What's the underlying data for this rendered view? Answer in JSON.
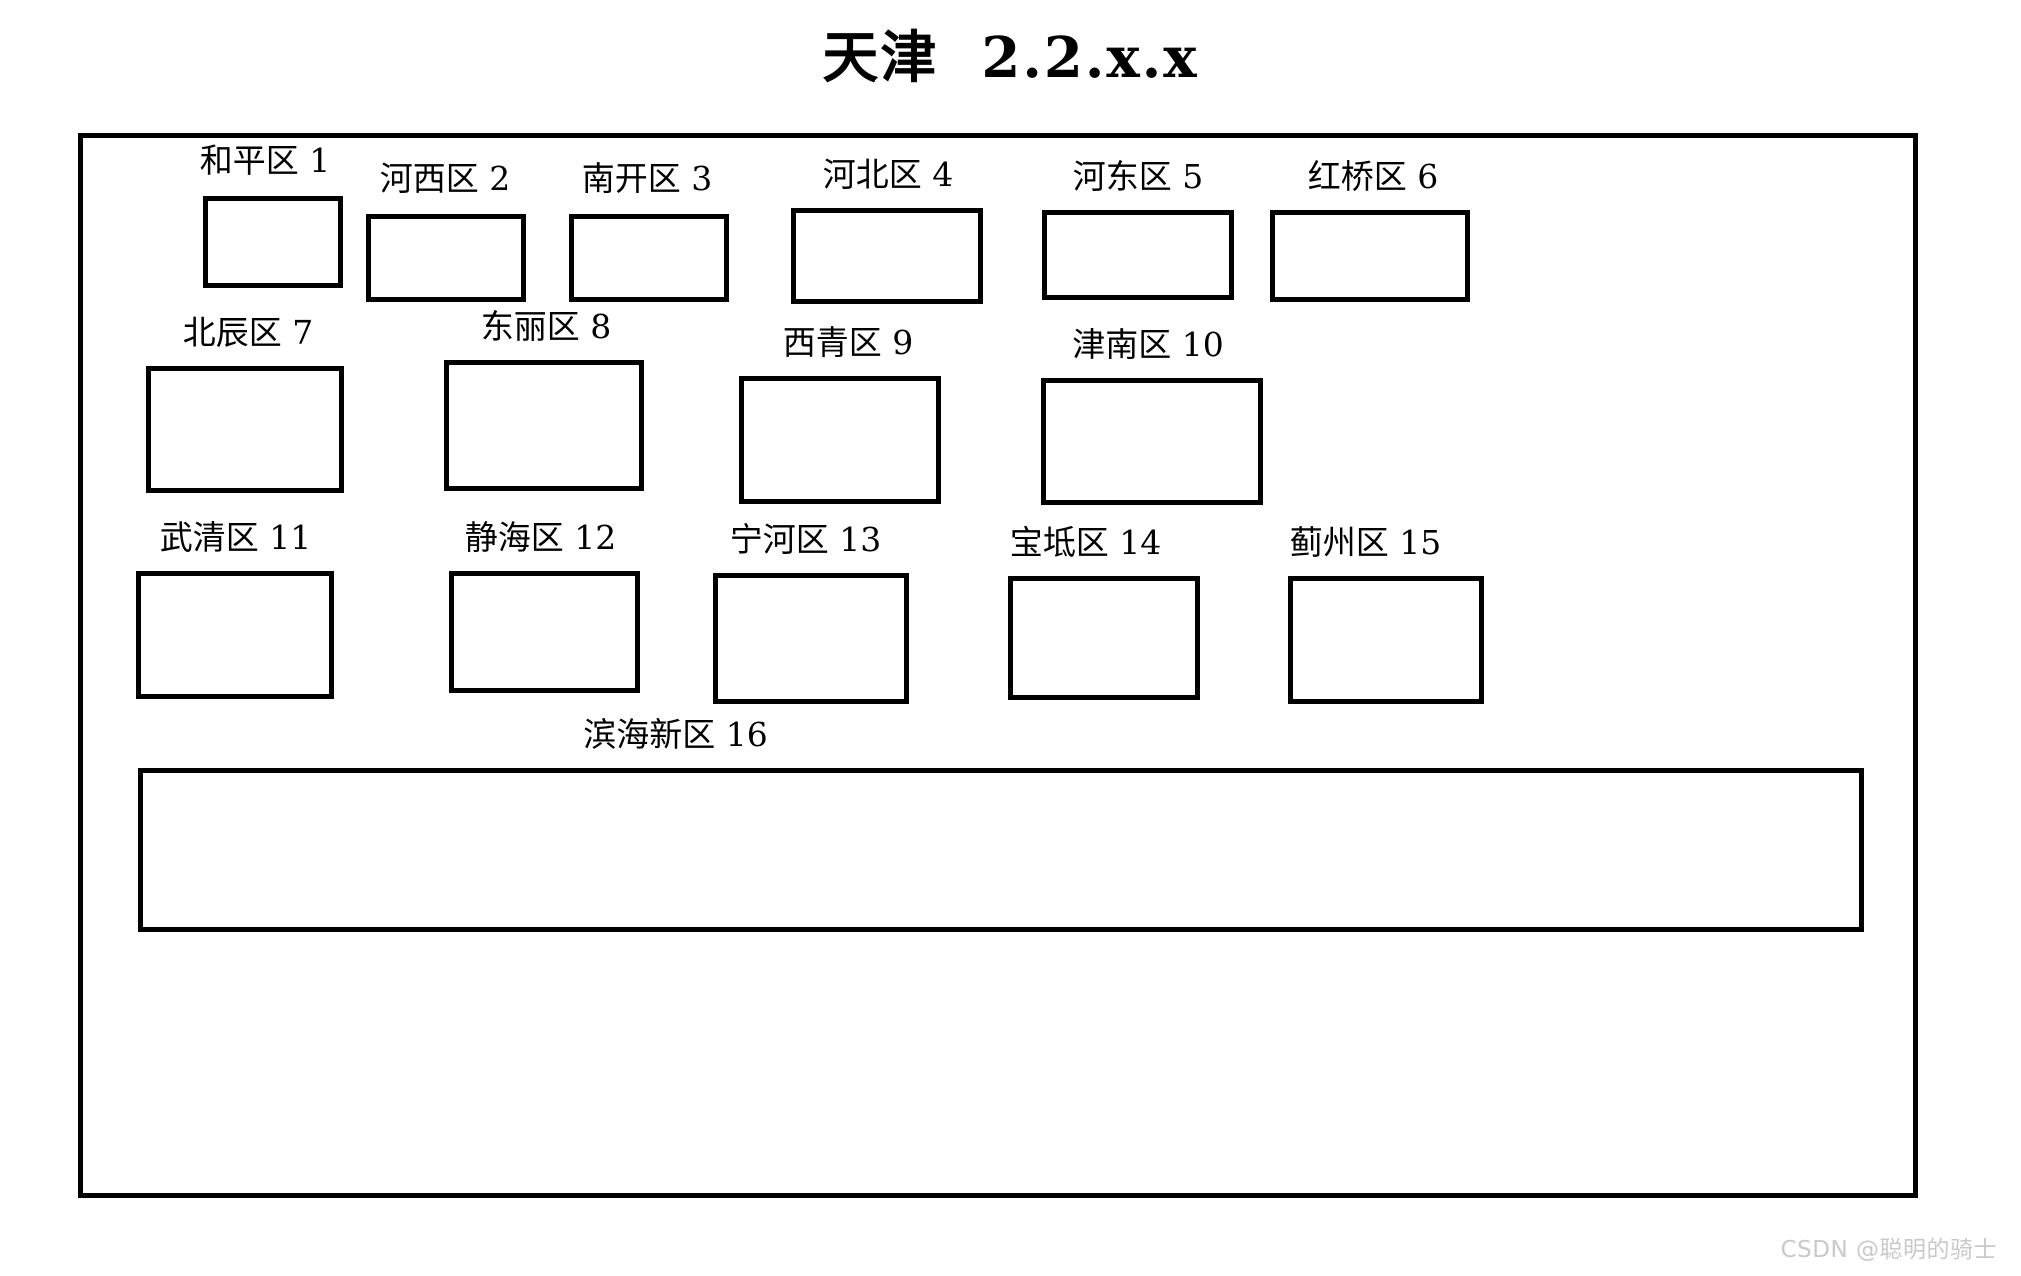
{
  "page": {
    "title": "天津  2.2.x.x",
    "background_color": "#ffffff",
    "line_color": "#000000"
  },
  "diagram": {
    "type": "block-layout",
    "description": "Tianjin district block layout with 16 empty rectangles",
    "rows": [
      {
        "row_index": 1,
        "districts": [
          {
            "id": 1,
            "label": "和平区 1",
            "name": "和平区",
            "number": "1"
          },
          {
            "id": 2,
            "label": "河西区 2",
            "name": "河西区",
            "number": "2"
          },
          {
            "id": 3,
            "label": "南开区 3",
            "name": "南开区",
            "number": "3"
          },
          {
            "id": 4,
            "label": "河北区 4",
            "name": "河北区",
            "number": "4"
          },
          {
            "id": 5,
            "label": "河东区 5",
            "name": "河东区",
            "number": "5"
          },
          {
            "id": 6,
            "label": "红桥区 6",
            "name": "红桥区",
            "number": "6"
          }
        ]
      },
      {
        "row_index": 2,
        "districts": [
          {
            "id": 7,
            "label": "北辰区 7",
            "name": "北辰区",
            "number": "7"
          },
          {
            "id": 8,
            "label": "东丽区 8",
            "name": "东丽区",
            "number": "8"
          },
          {
            "id": 9,
            "label": "西青区 9",
            "name": "西青区",
            "number": "9"
          },
          {
            "id": 10,
            "label": "津南区 10",
            "name": "津南区",
            "number": "10"
          }
        ]
      },
      {
        "row_index": 3,
        "districts": [
          {
            "id": 11,
            "label": "武清区 11",
            "name": "武清区",
            "number": "11"
          },
          {
            "id": 12,
            "label": "静海区 12",
            "name": "静海区",
            "number": "12"
          },
          {
            "id": 13,
            "label": "宁河区 13",
            "name": "宁河区",
            "number": "13"
          },
          {
            "id": 14,
            "label": "宝坻区 14",
            "name": "宝坻区",
            "number": "14"
          },
          {
            "id": 15,
            "label": "蓟州区 15",
            "name": "蓟州区",
            "number": "15"
          }
        ]
      },
      {
        "row_index": 4,
        "districts": [
          {
            "id": 16,
            "label": "滨海新区 16",
            "name": "滨海新区",
            "number": "16"
          }
        ]
      }
    ]
  },
  "watermark": {
    "text": "CSDN @聪明的骑士",
    "color": "#c9c9c9"
  }
}
